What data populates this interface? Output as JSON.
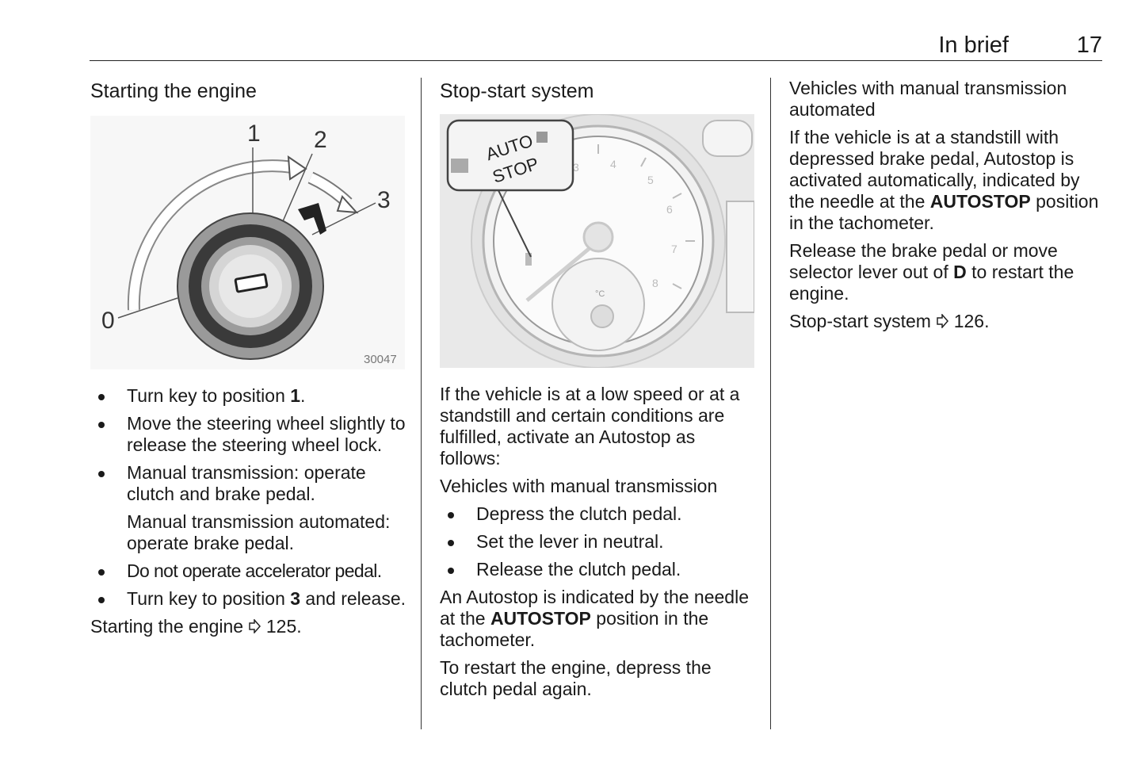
{
  "header": {
    "section": "In brief",
    "page_number": "17"
  },
  "col1": {
    "title": "Starting the engine",
    "figure": {
      "labels": [
        "1",
        "2",
        "3",
        "0"
      ],
      "code": "30047"
    },
    "bullets": [
      {
        "text": "Turn key to position ",
        "bold": "1",
        "after": "."
      },
      {
        "text": "Move the steering wheel slightly to release the steering wheel lock."
      },
      {
        "text": "Manual transmission: operate clutch and brake pedal."
      },
      {
        "text": "Manual transmission automated: operate brake pedal.",
        "continuation": true
      },
      {
        "text": "Do not operate accelerator pedal."
      },
      {
        "text": "Turn key to position ",
        "bold": "3",
        "after": " and release."
      }
    ],
    "xref": {
      "text": "Starting the engine",
      "page": "125."
    }
  },
  "col2": {
    "title": "Stop-start system",
    "figure": {
      "badge_line1": "AUTO",
      "badge_line2": "STOP",
      "gauge_unit": "°C"
    },
    "intro": "If the vehicle is at a low speed or at a standstill and certain conditions are fulfilled, activate an Autostop as follows:",
    "subhead": "Vehicles with manual transmission",
    "bullets": [
      "Depress the clutch pedal.",
      "Set the lever in neutral.",
      "Release the clutch pedal."
    ],
    "para1_before": "An Autostop is indicated by the needle at the ",
    "para1_bold": "AUTOSTOP",
    "para1_after": " position in the tachometer.",
    "para2": "To restart the engine, depress the clutch pedal again."
  },
  "col3": {
    "subhead": "Vehicles with manual transmission automated",
    "para1_before": "If the vehicle is at a standstill with depressed brake pedal, Autostop is activated automatically, indicated by the needle at the ",
    "para1_bold": "AUTOSTOP",
    "para1_after": " position in the tachometer.",
    "para2_before": "Release the brake pedal or move selector lever out of ",
    "para2_bold": "D",
    "para2_after": " to restart the engine.",
    "xref": {
      "text": "Stop-start system",
      "page": "126."
    }
  }
}
